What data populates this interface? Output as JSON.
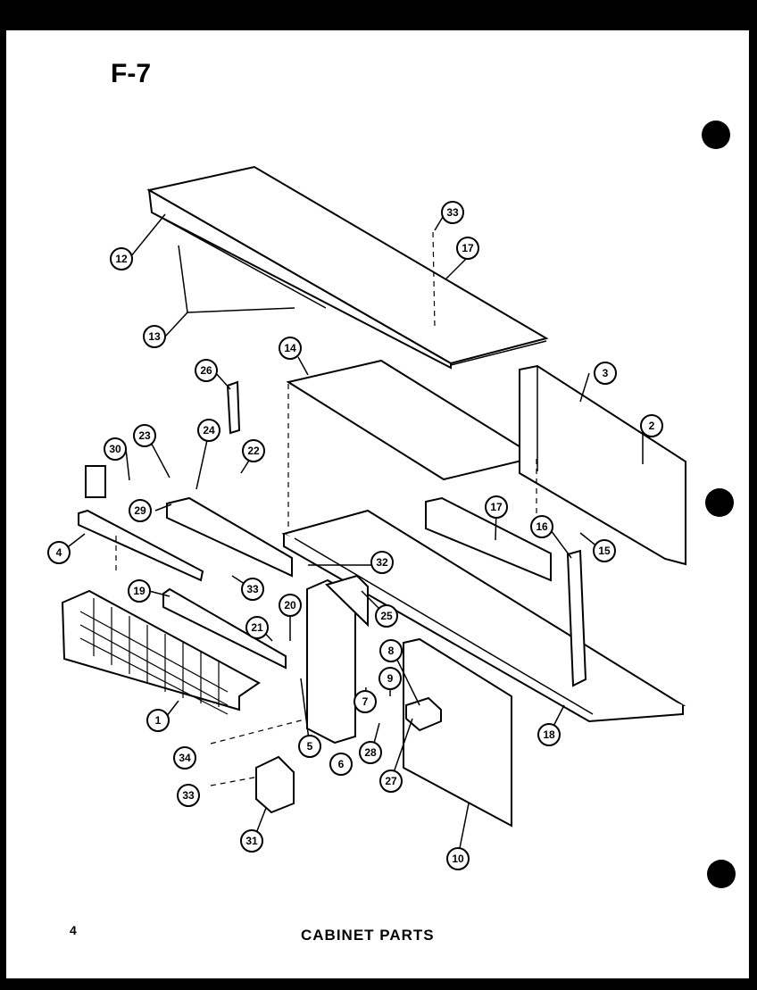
{
  "page_label": "F-7",
  "page_number": "4",
  "caption": "CABINET PARTS",
  "callouts": [
    "1",
    "2",
    "3",
    "4",
    "5",
    "6",
    "7",
    "8",
    "9",
    "10",
    "12",
    "13",
    "14",
    "15",
    "16",
    "17",
    "17",
    "18",
    "19",
    "20",
    "21",
    "22",
    "23",
    "24",
    "25",
    "26",
    "27",
    "28",
    "29",
    "30",
    "31",
    "32",
    "33",
    "33",
    "33",
    "34"
  ]
}
